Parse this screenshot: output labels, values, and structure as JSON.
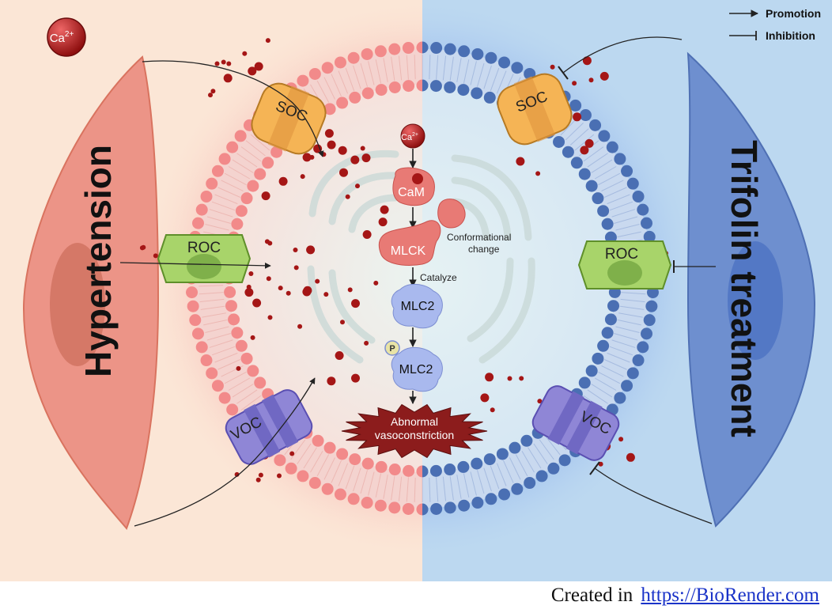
{
  "legend": {
    "promotion": "Promotion",
    "inhibition": "Inhibition"
  },
  "ion_badge": "Ca",
  "ion_badge_sup": "2+",
  "left_title": "Hypertension",
  "right_title": "Trifolin treatment",
  "channels": {
    "soc": "SOC",
    "roc": "ROC",
    "voc": "VOC"
  },
  "pathway": {
    "ion": "Ca",
    "ion_sup": "2+",
    "cam": "CaM",
    "conformational_line1": "Conformational",
    "conformational_line2": "change",
    "mlck": "MLCK",
    "catalyze": "Catalyze",
    "mlc2": "MLC2",
    "phospho": "P",
    "mlc2_p": "MLC2",
    "outcome_line1": "Abnormal",
    "outcome_line2": "vasoconstriction"
  },
  "credit": {
    "prefix": "Created in",
    "link": "https://BioRender.com"
  },
  "colors": {
    "left_bg": "#fbe6d6",
    "right_bg": "#bcd8f0",
    "left_membrane": "#f28a8a",
    "right_membrane": "#4a6fb3",
    "ca_ion": "#a51616",
    "soc": "#f5b455",
    "roc": "#a8d46a",
    "voc": "#8f86d6",
    "left_cell": "#ec9487",
    "right_cell": "#6e8fcf",
    "outcome": "#8c1c1c"
  }
}
